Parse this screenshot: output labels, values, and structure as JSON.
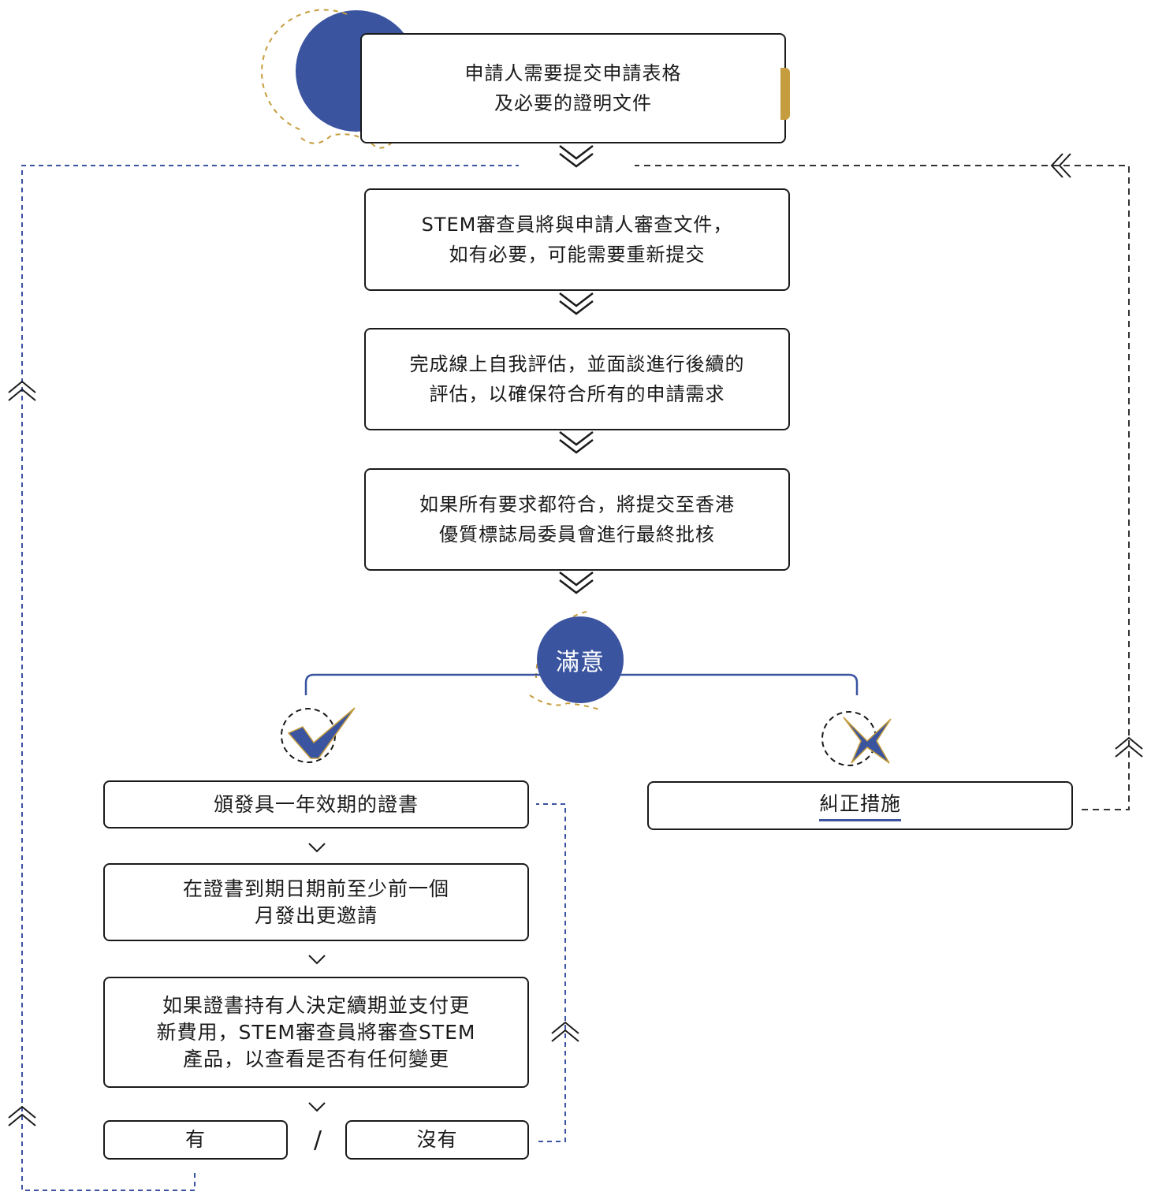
{
  "steps": {
    "submit": "申請人需要提交申請表格\n及必要的證明文件",
    "review": "STEM審查員將與申請人審查文件，\n如有必要，可能需要重新提交",
    "assess": "完成線上自我評估，並面談進行後續的\n評估，以確保符合所有的申請需求",
    "approve": "如果所有要求都符合，將提交至香港\n優質標誌局委員會進行最終批核"
  },
  "decision": {
    "label": "滿意"
  },
  "satisfied_path": {
    "certificate": "頒發具一年效期的證書",
    "renewal_invite": "在證書到期日期前至少前一個\n月發出更邀請",
    "renewal_review": "如果證書持有人決定續期並支付更\n新費用，STEM審查員將審查STEM\n產品，以查看是否有任何變更",
    "has_change": "有",
    "separator": "/",
    "no_change": "沒有"
  },
  "unsatisfied_path": {
    "corrective": "糾正措施"
  },
  "colors": {
    "accent_blue": "#3a54a0",
    "accent_gold": "#c59d3e",
    "ink": "#1a1a1a",
    "dashed_blue": "#3a54a0",
    "dashed_gray": "#333333"
  },
  "icons": {
    "satisfied": "check-icon",
    "unsatisfied": "cross-icon",
    "flow": "double-chevron-icon"
  }
}
